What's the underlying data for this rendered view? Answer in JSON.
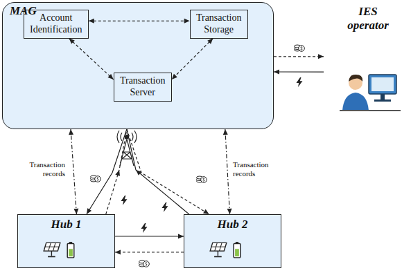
{
  "diagram": {
    "nodes": [
      {
        "text": [
          "MAG"
        ]
      },
      {
        "text": [
          "Account Identification"
        ],
        "in": 0
      },
      {
        "text": [
          "Transaction Storage"
        ],
        "in": 0
      },
      {
        "text": [
          "Transaction Server"
        ],
        "in": 0
      },
      {
        "text": [
          "IES operator"
        ]
      },
      {
        "text": [
          "Hub 1"
        ]
      },
      {
        "text": [
          "Hub 2"
        ]
      }
    ],
    "edges": [
      {
        "from": 1,
        "to": 2,
        "arrow": "both"
      },
      {
        "from": 1,
        "to": 3,
        "arrow": "both"
      },
      {
        "from": 2,
        "to": 3,
        "arrow": "both"
      },
      {
        "from": 0,
        "to": 4,
        "arrow": "to"
      },
      {
        "from": 4,
        "to": 0,
        "arrow": "to"
      },
      {
        "from": 5,
        "to": 0,
        "arrow": "both",
        "label": "Transaction records"
      },
      {
        "from": 6,
        "to": 0,
        "arrow": "both",
        "label": "Transaction records"
      },
      {
        "from": 5,
        "to": 0,
        "arrow": "to"
      },
      {
        "from": 0,
        "to": 5,
        "arrow": "to"
      },
      {
        "from": 0,
        "to": 6,
        "arrow": "to"
      },
      {
        "from": 6,
        "to": 0,
        "arrow": "to"
      },
      {
        "from": 5,
        "to": 6,
        "arrow": "to"
      },
      {
        "from": 6,
        "to": 5,
        "arrow": "to"
      }
    ]
  }
}
